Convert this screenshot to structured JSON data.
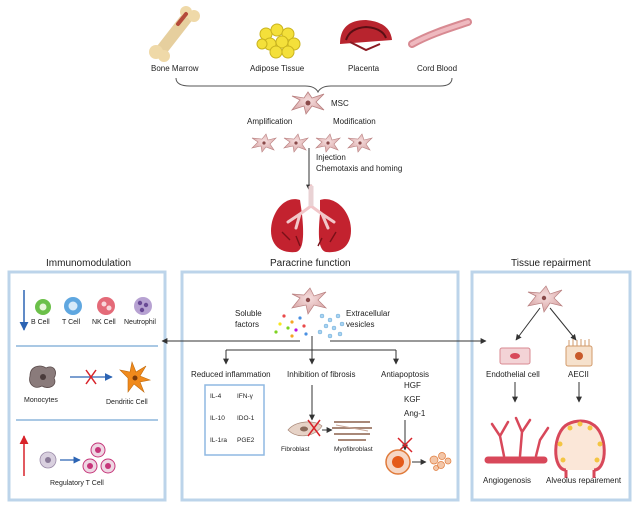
{
  "sources": {
    "bone_marrow": "Bone Marrow",
    "adipose": "Adipose Tissue",
    "placenta": "Placenta",
    "cord_blood": "Cord Blood"
  },
  "msc": {
    "label": "MSC",
    "amplification": "Amplification",
    "modification": "Modification",
    "injection": "Injection",
    "chemotaxis": "Chemotaxis and homing"
  },
  "sections": {
    "immunomodulation": "Immunomodulation",
    "paracrine": "Paracrine  function",
    "tissue_repair": "Tissue  repairment"
  },
  "immune": {
    "b_cell": "B Cell",
    "t_cell": "T Cell",
    "nk_cell": "NK Cell",
    "neutrophil": "Neutrophil",
    "monocytes": "Monocytes",
    "dendritic": "Dendritic Cell",
    "treg": "Regulatory T Cell"
  },
  "paracrine": {
    "soluble_1": "Soluble",
    "soluble_2": "factors",
    "extracellular_1": "Extracellular",
    "extracellular_2": "vesicles",
    "reduced_inflammation": "Reduced inflammation",
    "inhibition_fibrosis": "Inhibition of fibrosis",
    "antiapoptosis": "Antiapoptosis",
    "factors": {
      "il4": "IL-4",
      "ifn": "IFN-γ",
      "il10": "IL-10",
      "ido": "IDO-1",
      "il1ra": "IL-1ra",
      "pge2": "PGE2"
    },
    "fibroblast": "Fibroblast",
    "myofibroblast": "Myofibroblast",
    "hgf": "HGF",
    "kgf": "KGF",
    "ang1": "Ang-1"
  },
  "repair": {
    "endothelial": "Endothelial cell",
    "aecii": "AECII",
    "angiogenesis": "Angiogenosis",
    "alveolus": "Alveolus repairement"
  },
  "colors": {
    "panel_border": "#bcd4ea",
    "lung": "#c3222f",
    "b_cell": "#6cc04a",
    "t_cell": "#5fa7e0",
    "nk_cell": "#e46a78",
    "neutrophil": "#8b6bb1",
    "monocyte": "#7a6a6a",
    "dendritic": "#f08a1c",
    "treg": "#c6367a",
    "arrow_red": "#d8232a",
    "arrow_blue": "#2c64b4"
  }
}
